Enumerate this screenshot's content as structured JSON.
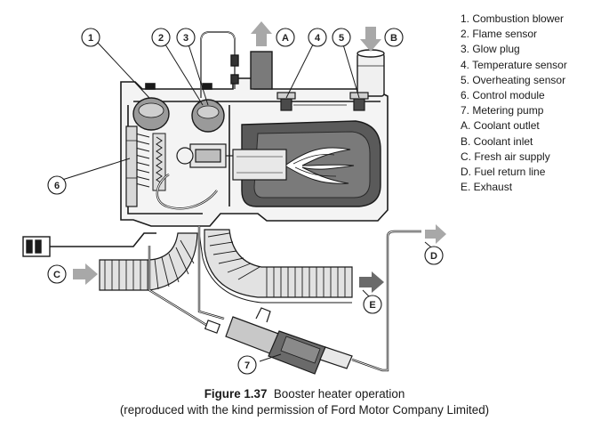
{
  "diagram": {
    "callouts": [
      "1",
      "2",
      "3",
      "4",
      "5",
      "6",
      "7",
      "A",
      "B",
      "C",
      "D",
      "E"
    ]
  },
  "legend": [
    "1. Combustion blower",
    "2. Flame sensor",
    "3. Glow plug",
    "4. Temperature sensor",
    "5. Overheating sensor",
    "6. Control module",
    "7. Metering pump",
    "A. Coolant outlet",
    "B. Coolant inlet",
    "C. Fresh air supply",
    "D. Fuel return line",
    "E. Exhaust"
  ],
  "caption": {
    "label": "Figure 1.37",
    "title": "Booster heater operation",
    "credit": "(reproduced with the kind permission of Ford Motor Company Limited)"
  },
  "colors": {
    "outline": "#1a1a1a",
    "chamber": "#5a5a5a",
    "arrow": "#a8a8a8",
    "hose": "#e0e0e0"
  }
}
